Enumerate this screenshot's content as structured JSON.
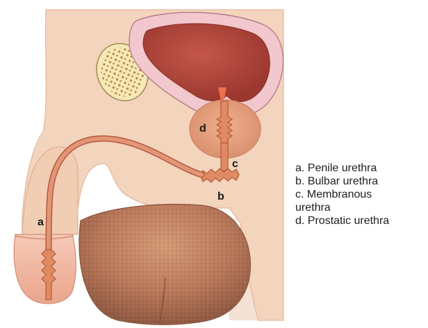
{
  "markers": {
    "a": "a",
    "b": "b",
    "c": "c",
    "d": "d"
  },
  "legend": [
    {
      "line1": "a. Penile urethra"
    },
    {
      "line1": "b. Bulbar urethra"
    },
    {
      "line1": "c. Membranous",
      "line2": "urethra"
    },
    {
      "line1": "d. Prostatic urethra"
    }
  ],
  "colors": {
    "skin": "#f3d4bc",
    "skin_shadow": "#e2b69a",
    "bladder_wall": "#f0c6cc",
    "bladder_inner": "#b5453a",
    "prostate": "#e6a07e",
    "urethra": "#d97a58",
    "bone": "#f4e9b8",
    "scrotum": "#b97a58"
  }
}
